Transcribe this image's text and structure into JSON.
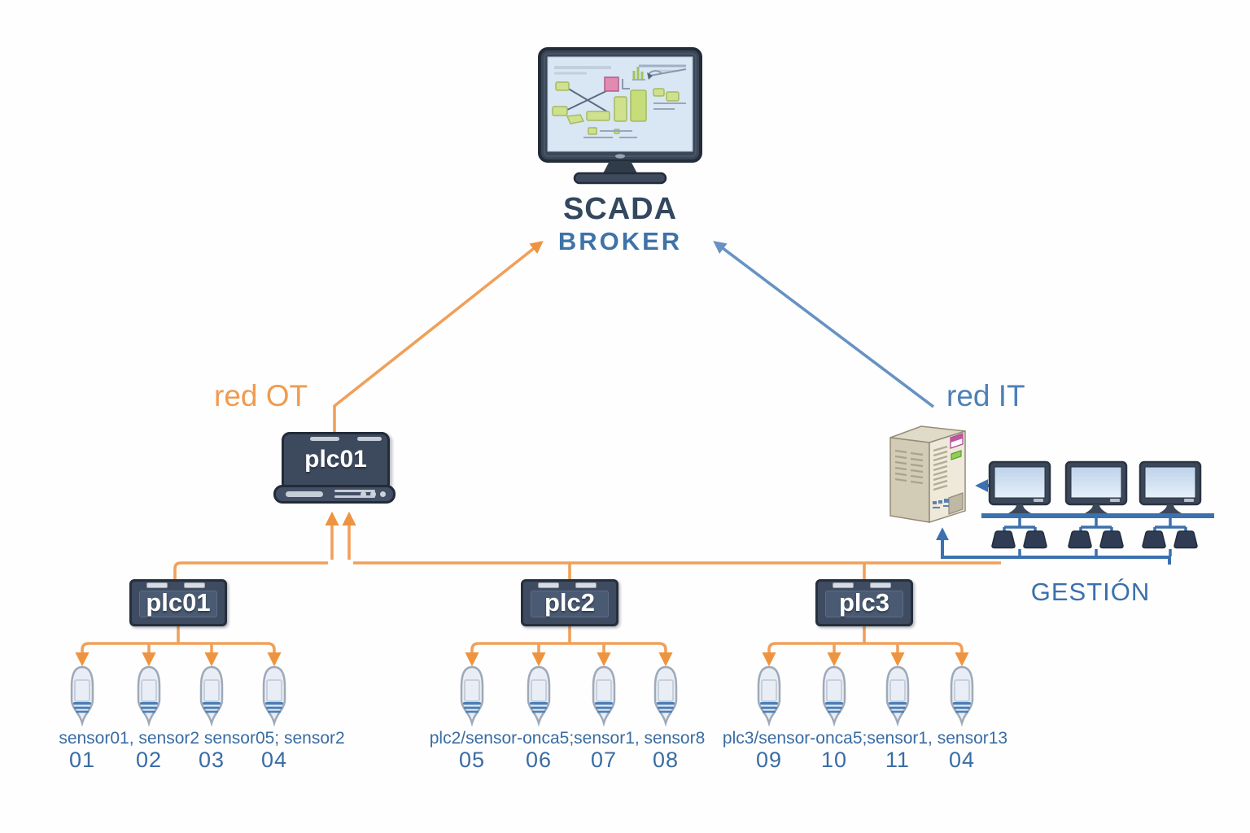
{
  "title": {
    "scada": "SCADA",
    "broker": "BROKER"
  },
  "networks": {
    "ot_label": "red OT",
    "it_label": "red IT",
    "management_label": "GESTIÓN"
  },
  "gateway": {
    "label": "plc01"
  },
  "plcs": [
    {
      "label": "plc01",
      "sensor_caption": "sensor01, sensor2 sensor05; sensor2",
      "sensor_ids": [
        "01",
        "02",
        "03",
        "04"
      ]
    },
    {
      "label": "plc2",
      "sensor_caption": "plc2/sensor-onca5;sensor1, sensor8",
      "sensor_ids": [
        "05",
        "06",
        "07",
        "08"
      ]
    },
    {
      "label": "plc3",
      "sensor_caption": "plc3/sensor-onca5;sensor1, sensor13",
      "sensor_ids": [
        "09",
        "10",
        "11",
        "04"
      ]
    }
  ],
  "icons": {
    "scada_display": "scada-monitor-icon",
    "gateway": "gateway-laptop-icon",
    "plc": "plc-module-icon",
    "sensor": "sensor-hopper-icon",
    "server": "server-tower-icon",
    "workstation": "workstation-monitor-icon",
    "keyboard": "keyboard-icon"
  },
  "colors": {
    "ot_orange": "#f0a05a",
    "ot_arrow": "#ee9440",
    "it_blue": "#3b71ae",
    "it_arrow_light": "#6792c3",
    "title_navy": "#33475f",
    "broker_blue": "#3e73a8",
    "label_blue": "#3a6ca3",
    "device_navy": "#3e4b60",
    "server_beige": "#eee9db"
  }
}
